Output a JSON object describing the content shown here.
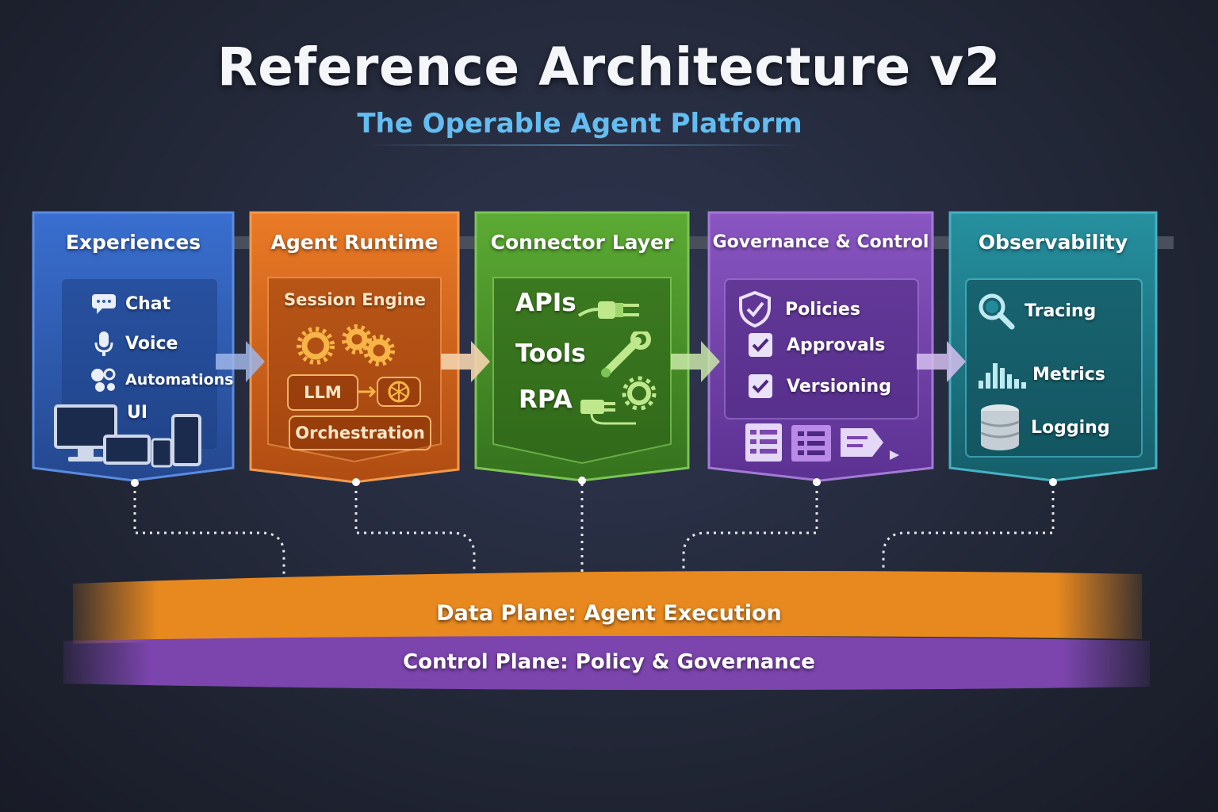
{
  "header": {
    "title": "Reference Architecture v2",
    "subtitle": "The Operable Agent Platform"
  },
  "columns": [
    {
      "id": "experiences",
      "title": "Experiences",
      "color": "#2f5fb8",
      "items": [
        "Chat",
        "Voice",
        "Automations",
        "UI"
      ]
    },
    {
      "id": "agent-runtime",
      "title": "Agent Runtime",
      "color": "#d9651c",
      "items": [
        "Session Engine",
        "LLM",
        "Orchestration"
      ]
    },
    {
      "id": "connector-layer",
      "title": "Connector Layer",
      "color": "#4f9a2c",
      "items": [
        "APIs",
        "Tools",
        "RPA"
      ]
    },
    {
      "id": "governance-control",
      "title": "Governance & Control",
      "color": "#7a47b0",
      "items": [
        "Policies",
        "Approvals",
        "Versioning"
      ]
    },
    {
      "id": "observability",
      "title": "Observability",
      "color": "#1f7f8e",
      "items": [
        "Tracing",
        "Metrics",
        "Logging"
      ]
    }
  ],
  "planes": {
    "data_plane": "Data Plane: Agent Execution",
    "control_plane": "Control Plane: Policy & Governance",
    "data_color": "#e8891f",
    "control_color": "#7b45ad"
  },
  "icons": [
    "chat-bubble-icon",
    "microphone-icon",
    "automation-icon",
    "devices-icon",
    "gears-icon",
    "network-icon",
    "plug-icon",
    "wrench-icon",
    "gear-icon",
    "shield-check-icon",
    "checkbox-icon",
    "document-list-icon",
    "magnifier-icon",
    "bar-chart-icon",
    "database-icon",
    "arrow-right-icon"
  ]
}
